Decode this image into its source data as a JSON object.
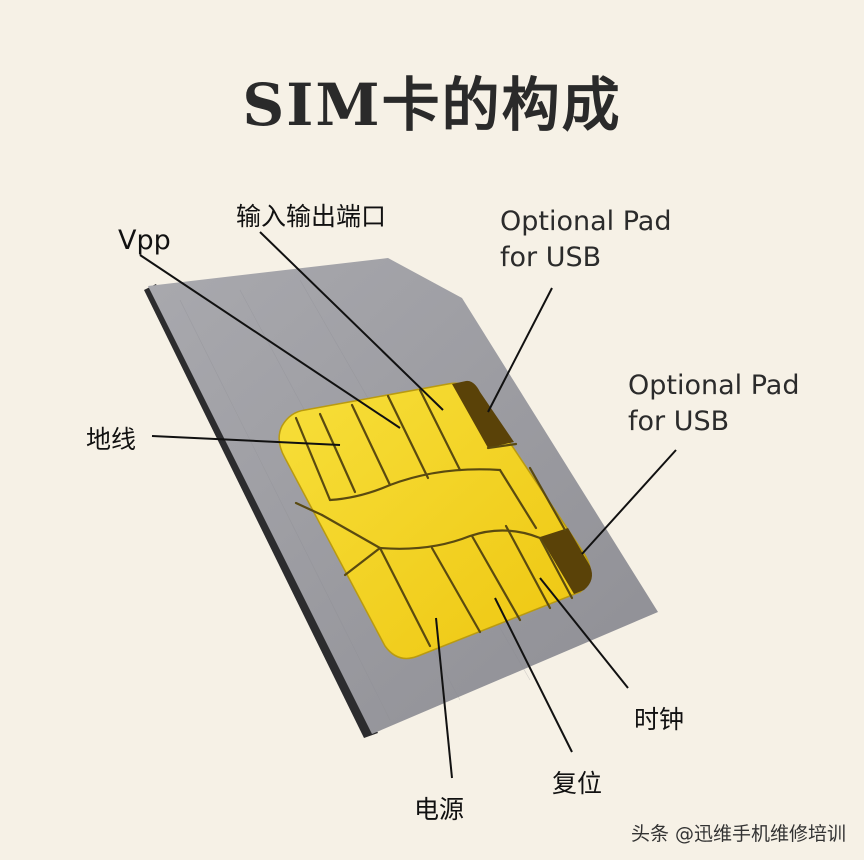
{
  "title": "SIM卡的构成",
  "labels": {
    "io_port": "输入输出端口",
    "vpp": "Vpp",
    "usb_pad_top_line1": "Optional Pad",
    "usb_pad_top_line2": "for USB",
    "usb_pad_right_line1": "Optional Pad",
    "usb_pad_right_line2": "for USB",
    "ground": "地线",
    "clock": "时钟",
    "reset": "复位",
    "power": "电源"
  },
  "watermark": "头条 @迅维手机维修培训",
  "colors": {
    "background": "#f6f1e6",
    "card": "#9d9da3",
    "card_edge": "#2c2c2e",
    "chip_gold": "#f3d21c",
    "optional_pad": "#5a4208"
  }
}
